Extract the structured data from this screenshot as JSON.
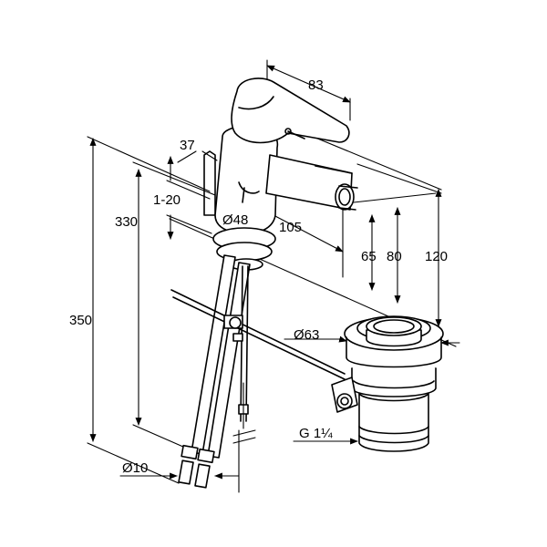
{
  "dimensions": {
    "spout_depth": "83",
    "lever_offset": "37",
    "lift_range": "1-20",
    "body_diameter": "Ø48",
    "spout_reach": "105",
    "spout_height": "65",
    "body_height": "80",
    "total_above_deck": "120",
    "pipe_length": "330",
    "overall_height": "350",
    "waste_diameter": "Ø63",
    "waste_thread": "G 1¼",
    "hose_diameter": "Ø10"
  }
}
